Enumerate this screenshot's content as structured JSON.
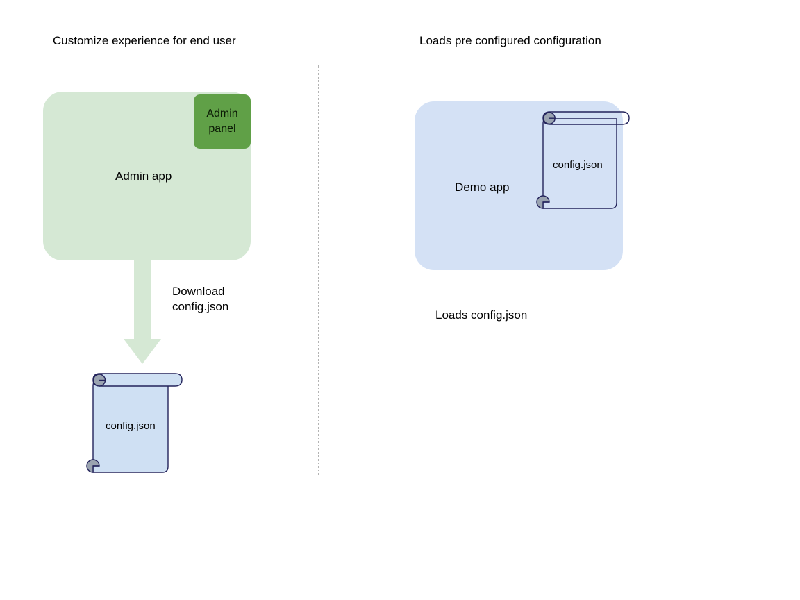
{
  "columns": {
    "left": {
      "title": "Customize experience for end user",
      "app": {
        "label": "Admin app",
        "fill": "#d5e8d4"
      },
      "panel": {
        "label": "Admin\npanel",
        "line1": "Admin",
        "line2": "panel",
        "fill": "#60a047"
      },
      "arrow": {
        "label_line1": "Download",
        "label_line2": "config.json",
        "fill": "#d5e8d4",
        "direction": "down"
      },
      "document": {
        "label": "config.json",
        "fill": "#cfe0f3",
        "stroke": "#23235b",
        "curl_fill": "#9aa3b0"
      }
    },
    "right": {
      "title": "Loads pre configured configuration",
      "app": {
        "label": "Demo app",
        "fill": "#d4e1f5"
      },
      "document": {
        "label": "config.json",
        "fill": "none",
        "stroke": "#23235b",
        "curl_fill": "#9aa3b0"
      },
      "caption": "Loads config.json"
    }
  },
  "divider": {
    "style": "dotted",
    "color": "#b3b3b3"
  }
}
